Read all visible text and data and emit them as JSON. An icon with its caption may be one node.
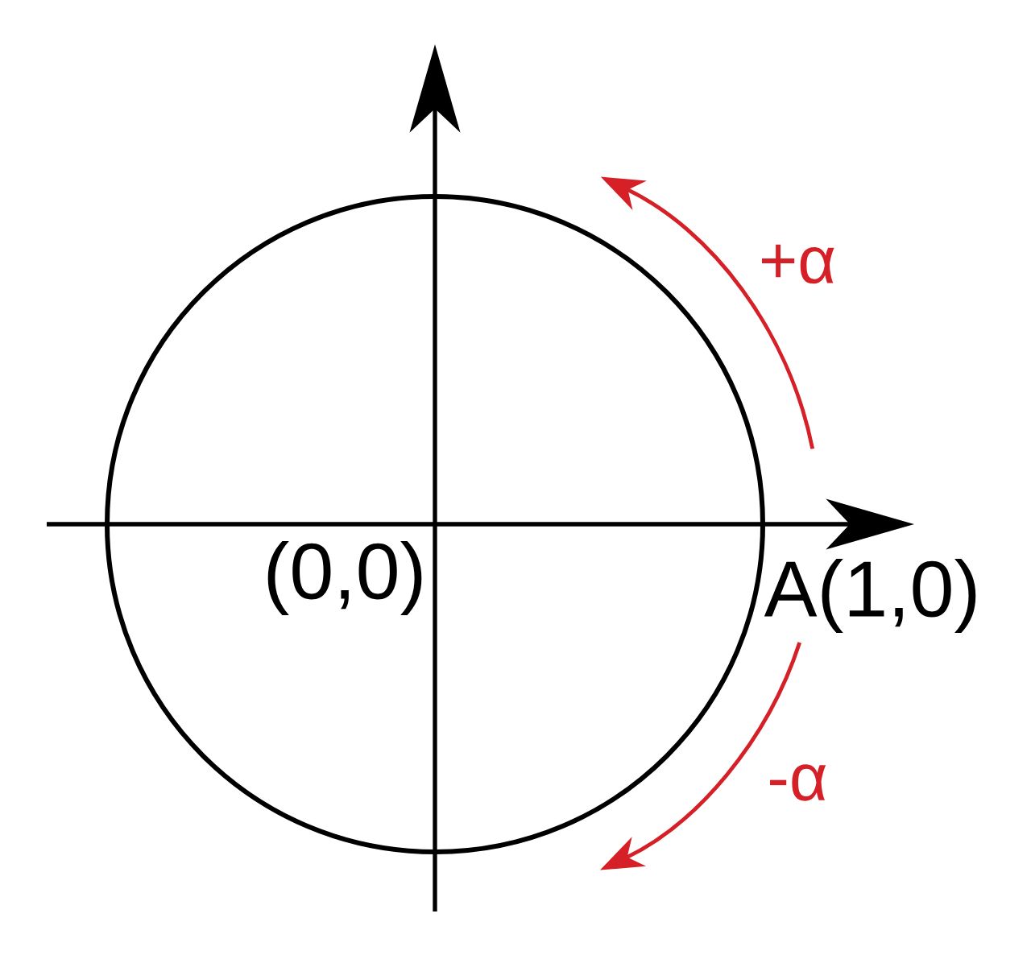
{
  "diagram": {
    "labels": [
      "(0,0)",
      "A(1,0)",
      "+α",
      "-α"
    ]
  }
}
